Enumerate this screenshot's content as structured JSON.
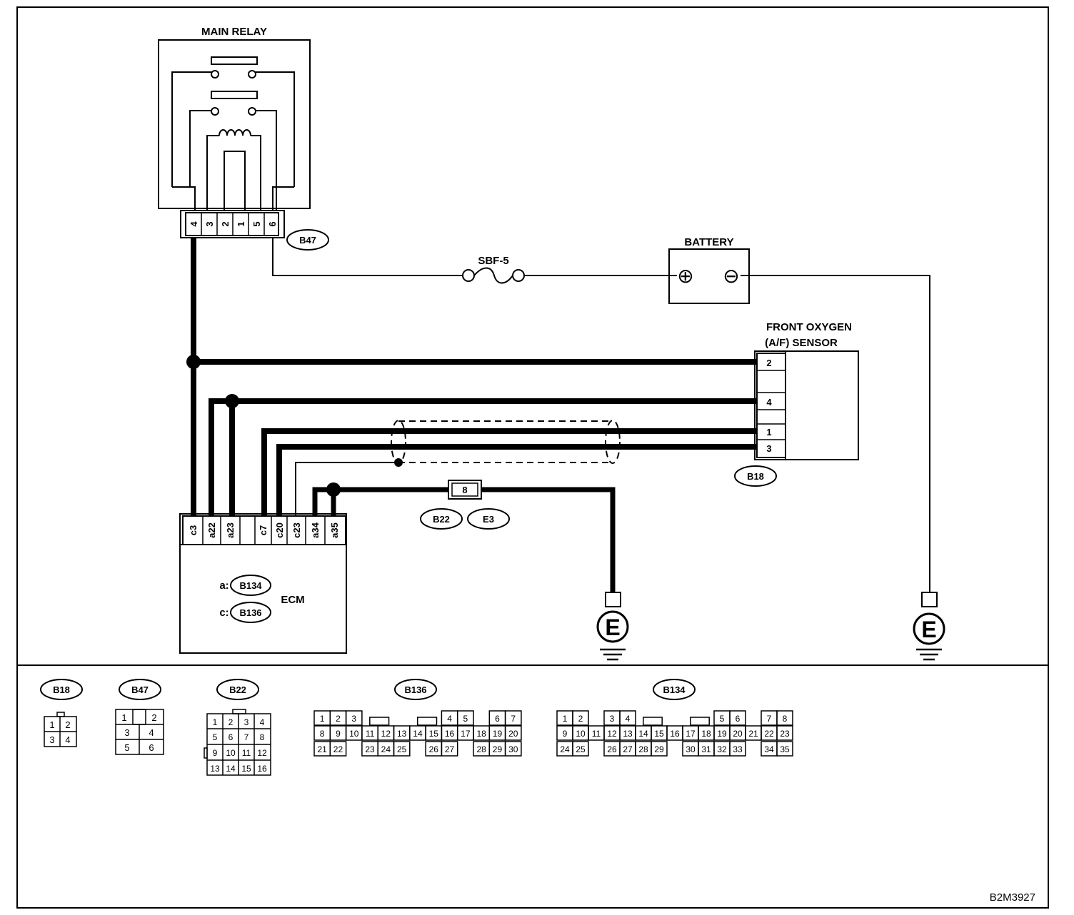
{
  "labels": {
    "main_relay": "MAIN RELAY",
    "battery": "BATTERY",
    "fuse": "SBF-5",
    "sensor_line1": "FRONT OXYGEN",
    "sensor_line2": "(A/F) SENSOR",
    "ecm": "ECM",
    "ecm_a_prefix": "a:",
    "ecm_c_prefix": "c:",
    "ground_symbol": "E",
    "figure_code": "B2M3927",
    "battery_plus": "⊕",
    "battery_minus": "⊖"
  },
  "tags": {
    "relay_conn": "B47",
    "sensor_conn": "B18",
    "joint_b22": "B22",
    "joint_e3": "E3",
    "ecm_a": "B134",
    "ecm_c": "B136"
  },
  "relay_pins": [
    "4",
    "3",
    "2",
    "1",
    "5",
    "6"
  ],
  "sensor_pins": [
    "2",
    "4",
    "1",
    "3"
  ],
  "joint_pin": "8",
  "ecm_pins": [
    "c3",
    "a22",
    "a23",
    "",
    "c7",
    "c20",
    "c23",
    "a34",
    "a35"
  ],
  "connectors": {
    "B18": {
      "name": "B18",
      "rows": [
        [
          "1",
          "2"
        ],
        [
          "3",
          "4"
        ]
      ]
    },
    "B47": {
      "name": "B47",
      "rows": [
        [
          "1",
          "",
          "2"
        ],
        [
          "3",
          "4"
        ],
        [
          "5",
          "6"
        ]
      ]
    },
    "B22": {
      "name": "B22",
      "rows": [
        [
          "1",
          "2",
          "3",
          "4"
        ],
        [
          "5",
          "6",
          "7",
          "8"
        ],
        [
          "9",
          "10",
          "11",
          "12"
        ],
        [
          "13",
          "14",
          "15",
          "16"
        ]
      ]
    },
    "B136": {
      "name": "B136",
      "rows": [
        [
          "1",
          "2",
          "3",
          "",
          "4",
          "5",
          "",
          "6",
          "7"
        ],
        [
          "8",
          "9",
          "10",
          "11",
          "12",
          "13",
          "14",
          "15",
          "16",
          "17",
          "18",
          "19",
          "20"
        ],
        [
          "21",
          "22",
          "",
          "23",
          "24",
          "25",
          "",
          "26",
          "27",
          "",
          "28",
          "29",
          "30"
        ]
      ]
    },
    "B134": {
      "name": "B134",
      "rows": [
        [
          "1",
          "2",
          "",
          "3",
          "4",
          "",
          "",
          "5",
          "6",
          "",
          "7",
          "8"
        ],
        [
          "9",
          "10",
          "11",
          "12",
          "13",
          "14",
          "15",
          "16",
          "17",
          "18",
          "19",
          "20",
          "21",
          "22",
          "23"
        ],
        [
          "24",
          "25",
          "",
          "26",
          "27",
          "28",
          "29",
          "",
          "30",
          "31",
          "32",
          "33",
          "",
          "34",
          "35"
        ]
      ]
    }
  }
}
